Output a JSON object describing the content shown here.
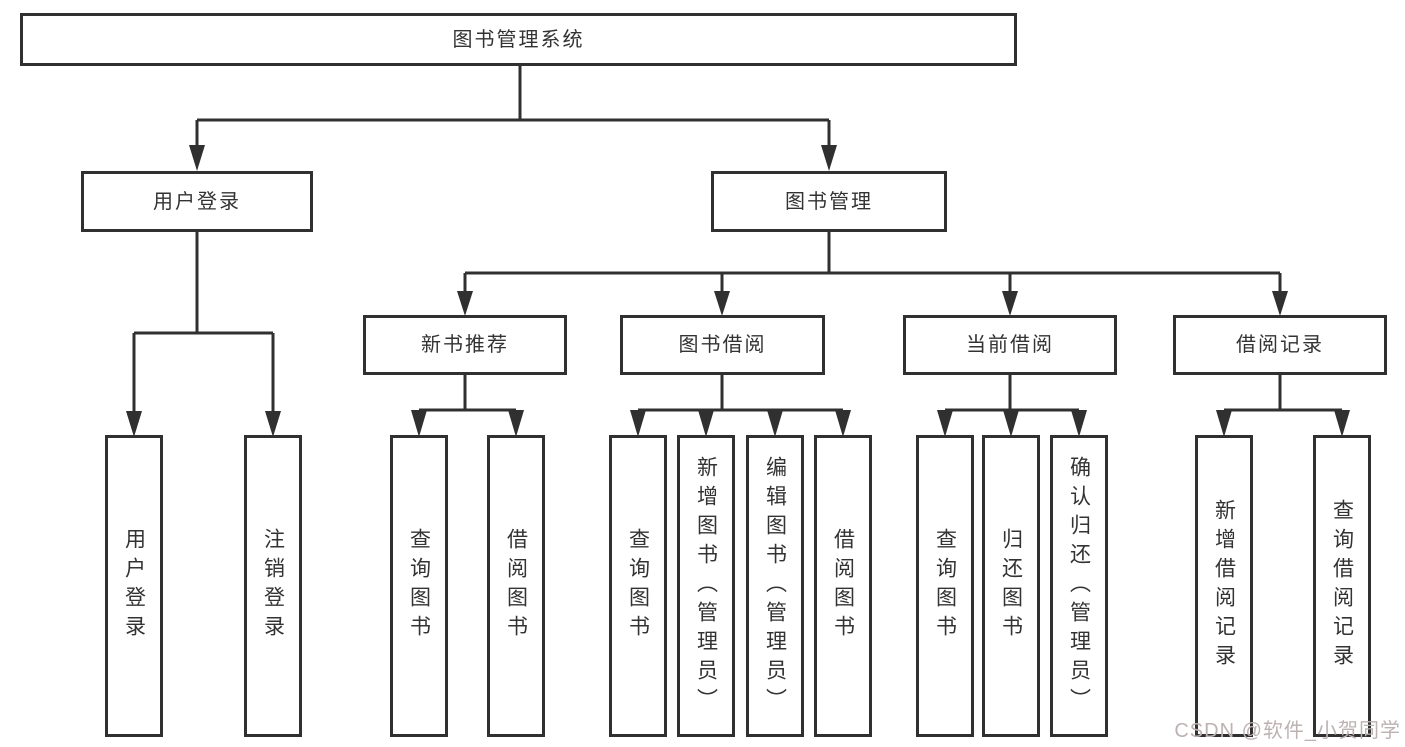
{
  "title": "图书管理系统",
  "colors": {
    "line": "#303030",
    "text": "#333333",
    "background": "#ffffff",
    "watermark": "#bdb2b2"
  },
  "watermark": {
    "text": "CSDN @软件_小贺同学"
  },
  "tree": {
    "label": "图书管理系统",
    "children": [
      {
        "label": "用户登录",
        "children": [
          {
            "label": "用户登录"
          },
          {
            "label": "注销登录"
          }
        ]
      },
      {
        "label": "图书管理",
        "children": [
          {
            "label": "新书推荐",
            "children": [
              {
                "label": "查询图书"
              },
              {
                "label": "借阅图书"
              }
            ]
          },
          {
            "label": "图书借阅",
            "children": [
              {
                "label": "查询图书"
              },
              {
                "label": "新增图书（管理员）"
              },
              {
                "label": "编辑图书（管理员）"
              },
              {
                "label": "借阅图书"
              }
            ]
          },
          {
            "label": "当前借阅",
            "children": [
              {
                "label": "查询图书"
              },
              {
                "label": "归还图书"
              },
              {
                "label": "确认归还（管理员）"
              }
            ]
          },
          {
            "label": "借阅记录",
            "children": [
              {
                "label": "新增借阅记录"
              },
              {
                "label": "查询借阅记录"
              }
            ]
          }
        ]
      }
    ]
  }
}
